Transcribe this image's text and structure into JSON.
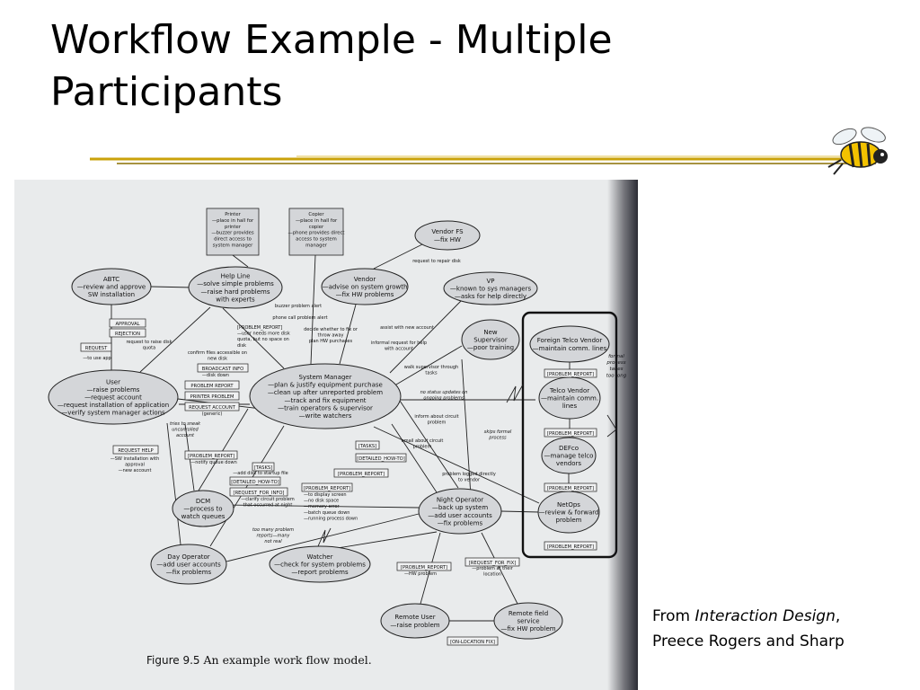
{
  "slide": {
    "title": "Workflow Example - Multiple Participants",
    "credit_prefix": "From ",
    "credit_book": "Interaction Design",
    "credit_comma": ",",
    "credit_authors": "Preece Rogers and Sharp",
    "accent_color": "#c8a400"
  },
  "figure": {
    "caption_number": "Figure 9.5",
    "caption_text": " An example work flow model.",
    "nodes": [
      {
        "id": "printer",
        "lines": [
          "Printer",
          "—place in hall for",
          "printer",
          "—buzzer provides",
          "direct access to",
          "system manager"
        ]
      },
      {
        "id": "copier",
        "lines": [
          "Copier",
          "—place in hall for",
          "copier",
          "—phone provides direct",
          "access to system",
          "manager"
        ]
      },
      {
        "id": "vendorfs",
        "lines": [
          "Vendor FS",
          "—fix HW"
        ]
      },
      {
        "id": "abtc",
        "lines": [
          "ABTC",
          "—review and approve",
          "SW installation"
        ]
      },
      {
        "id": "helpline",
        "lines": [
          "Help Line",
          "—solve simple problems",
          "—raise hard problems",
          "with experts"
        ]
      },
      {
        "id": "vendor",
        "lines": [
          "Vendor",
          "—advise on system growth",
          "—fix HW problems"
        ]
      },
      {
        "id": "vp",
        "lines": [
          "VP",
          "—known to sys managers",
          "—asks for help directly"
        ]
      },
      {
        "id": "newsup",
        "lines": [
          "New",
          "Supervisor",
          "—poor training"
        ]
      },
      {
        "id": "user",
        "lines": [
          "User",
          "—raise problems",
          "—request account",
          "—request installation of application",
          "—verify system manager actions"
        ]
      },
      {
        "id": "sysmgr",
        "lines": [
          "System Manager",
          "—plan & justify equipment purchase",
          "—clean up after unreported problem",
          "—track and fix equipment",
          "—train operators & supervisor",
          "—write watchers"
        ]
      },
      {
        "id": "foreign",
        "lines": [
          "Foreign Telco Vendor",
          "—maintain comm. lines"
        ]
      },
      {
        "id": "telco",
        "lines": [
          "Telco Vendor",
          "—maintain comm.",
          "lines"
        ]
      },
      {
        "id": "defco",
        "lines": [
          "DEFco",
          "—manage telco",
          "vendors"
        ]
      },
      {
        "id": "netops",
        "lines": [
          "NetOps",
          "—review & forward",
          "problem"
        ]
      },
      {
        "id": "dcm",
        "lines": [
          "DCM",
          "—process to",
          "watch queues"
        ]
      },
      {
        "id": "dayop",
        "lines": [
          "Day Operator",
          "—add user accounts",
          "—fix problems"
        ]
      },
      {
        "id": "watcher",
        "lines": [
          "Watcher",
          "—check for system problems",
          "—report problems"
        ]
      },
      {
        "id": "nightop",
        "lines": [
          "Night Operator",
          "—back up system",
          "—add user accounts",
          "—fix problems"
        ]
      },
      {
        "id": "remoteuser",
        "lines": [
          "Remote User",
          "—raise problem"
        ]
      },
      {
        "id": "remotefield",
        "lines": [
          "Remote field",
          "service",
          "—fix HW problem"
        ]
      }
    ],
    "tags": {
      "approval": "APPROVAL",
      "rejection": "REJECTION",
      "request": "REQUEST",
      "broadcast_info": "BROADCAST INFO",
      "problem_report_caps": "PROBLEM REPORT",
      "printer_problem": "PRINTER PROBLEM",
      "request_account": "REQUEST ACCOUNT",
      "request_help": "REQUEST HELP",
      "problem_report_a": "[PROBLEM_REPORT]",
      "tasks_a": "[TASKS]",
      "detailed_howto_a": "[DETAILED_HOW-TO]",
      "request_for_info": "[REQUEST_FOR_INFO]",
      "problem_report_b": "[PROBLEM_REPORT]",
      "tasks_b": "[TASKS]",
      "detailed_howto_b": "[DETAILED_HOW-TO]",
      "problem_report_c": "[PROBLEM_REPORT]",
      "problem_report_d": "[PROBLEM_REPORT]",
      "request_for_fix": "[REQUEST_FOR_FIX]",
      "on_location_fix": "[ON-LOCATION FIX]",
      "problem_report_e": "[PROBLEM_REPORT]",
      "problem_report_f": "[PROBLEM_REPORT]",
      "problem_report_g": "[PROBLEM_REPORT]",
      "problem_report_h": "[PROBLEM_REPORT]"
    },
    "notes": {
      "request_repair_disk": "request to repair disk",
      "buzzer_alert": "buzzer problem alert",
      "phone_alert": "phone call problem alert",
      "problem_report_note": [
        "[PROBLEM_REPORT]",
        "—user needs more disk",
        "quota, but no space on",
        "disk"
      ],
      "decide_whether": [
        "decide whether to fix or",
        "throw away",
        "plan HW purchases"
      ],
      "assist_account": "assist with new account",
      "informal_request": [
        "informal request for help",
        "with account"
      ],
      "walk_supervisor": [
        "walk supervisor through",
        "tasks"
      ],
      "raise_quota": [
        "request to raise disk",
        "quota"
      ],
      "confirm_files": [
        "confirm files accessible on",
        "new disk"
      ],
      "disk_down": "—disk down",
      "to_use_app": "—to use app",
      "generic": "(generic)",
      "tries_sneak": [
        "tries to sneak",
        "unconrolled",
        "account"
      ],
      "no_status": [
        "no status updates on",
        "ongoing problems"
      ],
      "inform_circuit": [
        "inform about circuit",
        "problem"
      ],
      "email_circuit": [
        "email about circuit",
        "problem"
      ],
      "skips_formal": [
        "skips formal",
        "process"
      ],
      "problem_logged": [
        "problem logged directly",
        "to vendor"
      ],
      "sw_install": [
        "—SW installation with",
        "approval",
        "—new account"
      ],
      "notify_queue": "—notify queue down",
      "add_disk": "—add disk to startup file",
      "clarify_circuit": [
        "—clarify circuit problem",
        "that occurred at night"
      ],
      "night_problems": [
        "—to display screen",
        "—no disk space",
        "—memory error",
        "—batch queue down",
        "—running process down"
      ],
      "too_many": [
        "too many problem",
        "reports—many",
        "not real"
      ],
      "hw_problem": "—HW problem",
      "problem_location": [
        "—problem at their",
        "location"
      ],
      "formal_process": [
        "formal",
        "process",
        "takes",
        "too long"
      ]
    }
  }
}
